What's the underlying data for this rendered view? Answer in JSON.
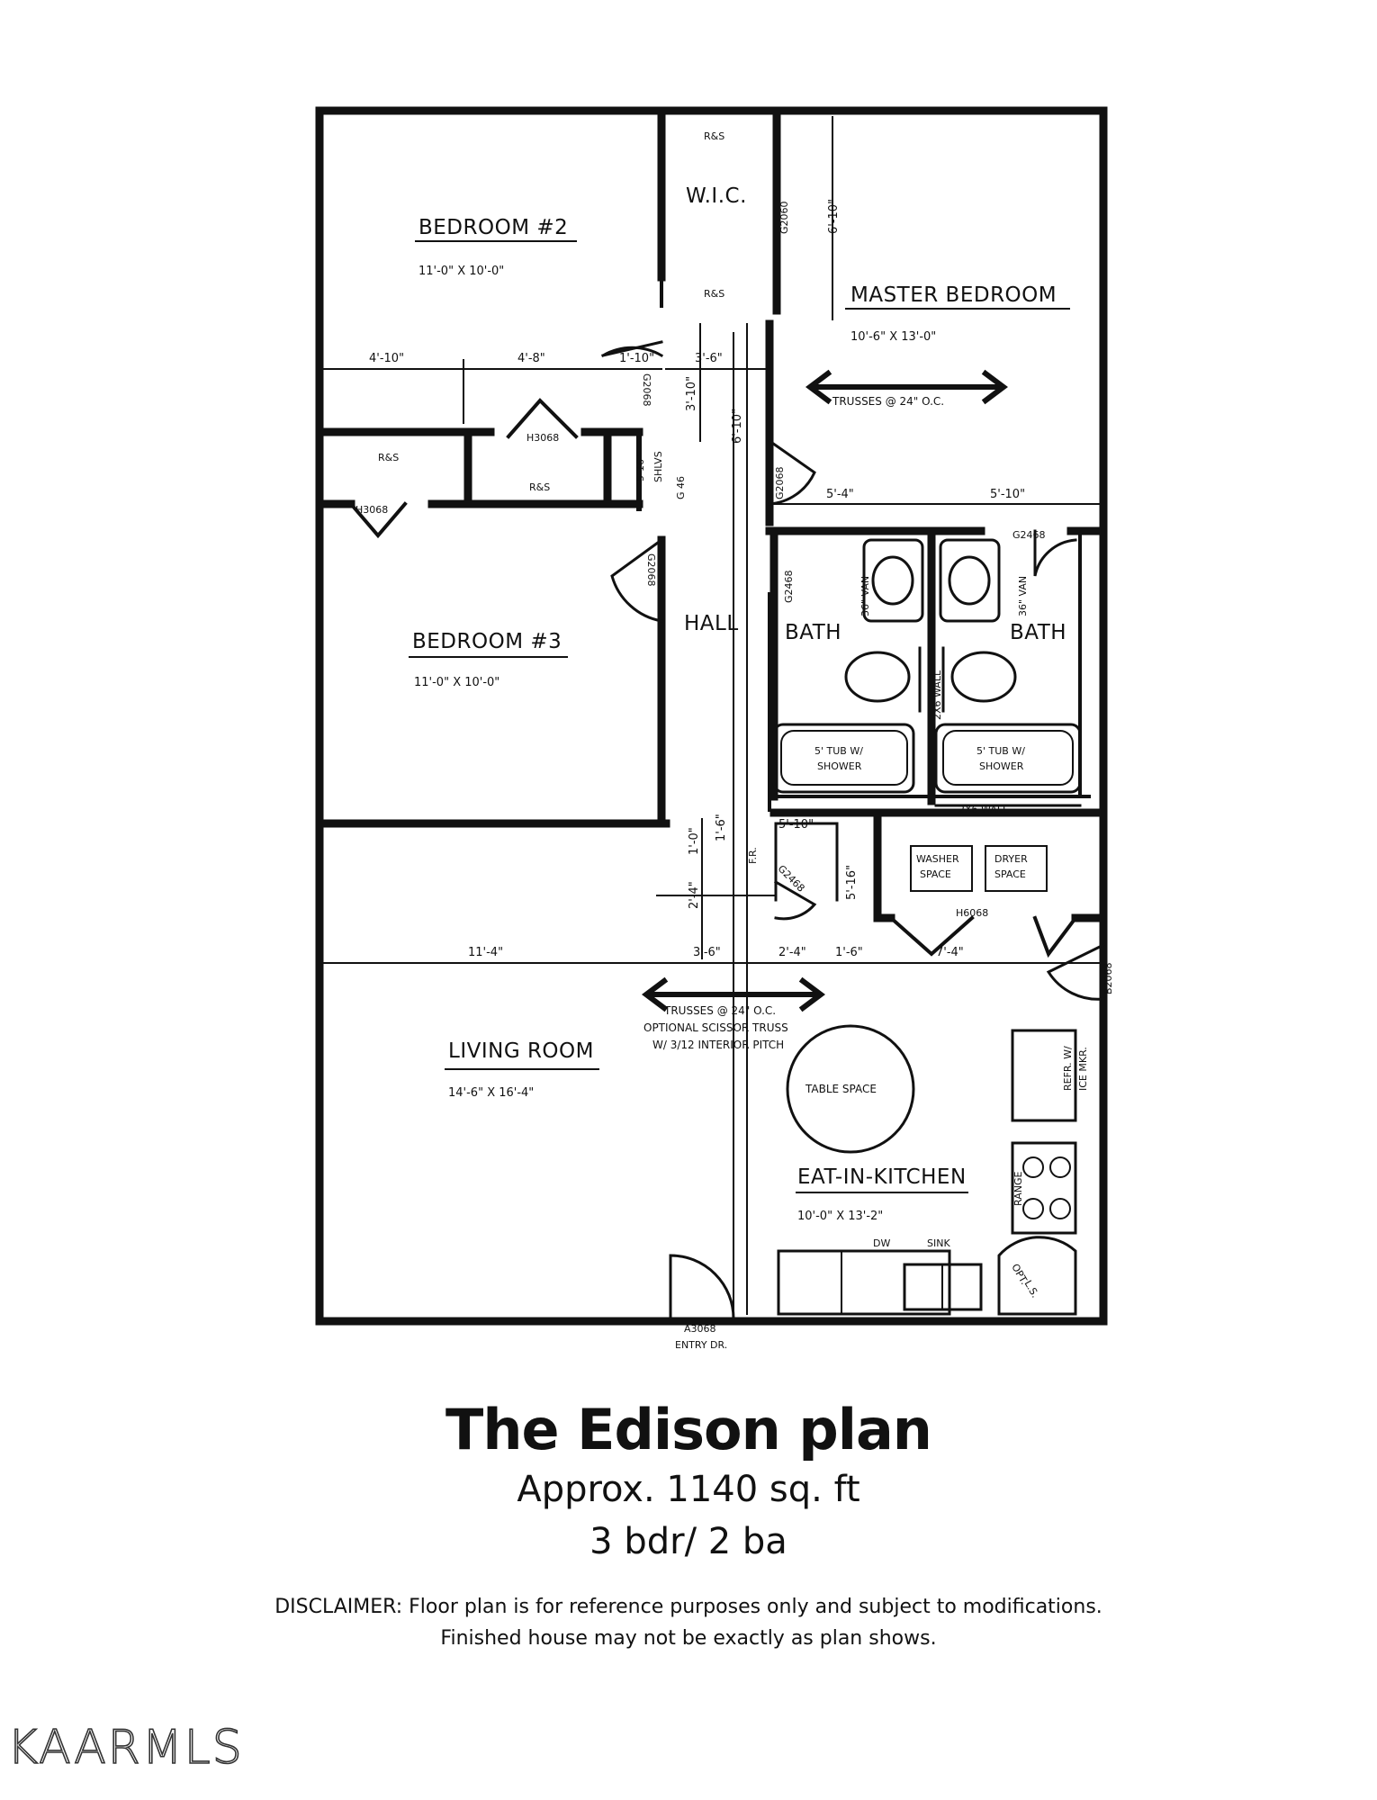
{
  "plan": {
    "rooms": {
      "bedroom2": {
        "name": "BEDROOM #2",
        "size": "11'-0\" X 10'-0\""
      },
      "bedroom3": {
        "name": "BEDROOM #3",
        "size": "11'-0\" X 10'-0\""
      },
      "master": {
        "name": "MASTER BEDROOM",
        "size": "10'-6\" X 13'-0\""
      },
      "living": {
        "name": "LIVING ROOM",
        "size": "14'-6\" X 16'-4\""
      },
      "kitchen": {
        "name": "EAT-IN-KITCHEN",
        "size": "10'-0\" X 13'-2\""
      },
      "hall": {
        "name": "HALL"
      },
      "wic": {
        "name": "W.I.C."
      },
      "bath1": {
        "name": "BATH"
      },
      "bath2": {
        "name": "BATH"
      }
    },
    "dims": {
      "d1": "4'-10\"",
      "d2": "4'-8\"",
      "d3": "1'-10\"",
      "d4": "3'-6\"",
      "d5": "3'-10\"",
      "d6": "6'-10\"",
      "d7": "6'-10\"",
      "d8": "5'-4\"",
      "d9": "5'-10\"",
      "d10": "1'-6\"",
      "d11": "1'-0\"",
      "d12": "2'-4\"",
      "d13": "5'-10\"",
      "d14": "5'-16\"",
      "d15": "11'-4\"",
      "d16": "3'-6\"",
      "d17": "2'-4\"",
      "d18": "1'-6\"",
      "d19": "7'-4\""
    },
    "labels": {
      "rs1": "R&S",
      "rs2": "R&S",
      "rs3": "R&S",
      "rs4": "R&S",
      "shlvs1": "5-16\"",
      "shlvs2": "SHLVS",
      "h3068a": "H3068",
      "h3068b": "H3068",
      "g2068a": "G2068",
      "g2068b": "G2068",
      "g2068c": "G2068",
      "g2468a": "G2468",
      "g2468b": "G2468",
      "g2468c": "G2468",
      "g2060": "G2060",
      "g46": "G 46",
      "van1": "36\" VAN",
      "van2": "36\" VAN",
      "wall2x6a": "2X6 WALL",
      "wall2x6b": "2X6 WALL",
      "tub1a": "5' TUB W/",
      "tub1b": "SHOWER",
      "tub2a": "5' TUB W/",
      "tub2b": "SHOWER",
      "washer1": "WASHER",
      "washer2": "SPACE",
      "dryer1": "DRYER",
      "dryer2": "SPACE",
      "h6068": "H6068",
      "b2068": "B2068",
      "fr": "F.R.",
      "trusses1": "TRUSSES @ 24\" O.C.",
      "trusses2": "TRUSSES @ 24\" O.C.",
      "scissor1": "OPTIONAL SCISSOR TRUSS",
      "scissor2": "W/ 3/12 INTERIOR PITCH",
      "table": "TABLE SPACE",
      "refr1": "REFR. W/",
      "refr2": "ICE MKR.",
      "range": "RANGE",
      "dw": "DW",
      "sink": "SINK",
      "opt1": "OPT.",
      "opt2": "L.S.",
      "entry1": "A3068",
      "entry2": "ENTRY DR."
    }
  },
  "caption": {
    "title": "The Edison plan",
    "subtitle": "Approx. 1140 sq. ft",
    "rooms_baths": "3 bdr/ 2 ba",
    "disclaimer_line1": "DISCLAIMER: Floor plan is for reference purposes only and subject to modifications.",
    "disclaimer_line2": "Finished house may not be exactly as plan shows."
  },
  "logo": "KAARMLS"
}
